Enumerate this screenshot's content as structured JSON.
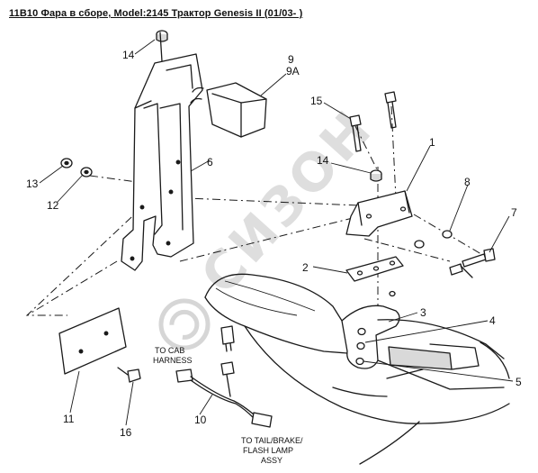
{
  "title": "11В10 Фара в сборе, Model:2145 Трактор Genesis II (01/03- )",
  "watermark": "СИЗОН",
  "callouts": {
    "c1": "1",
    "c2": "2",
    "c3": "3",
    "c4": "4",
    "c5": "5",
    "c6": "6",
    "c7": "7",
    "c8": "8",
    "c9": "9",
    "c9a": "9A",
    "c10": "10",
    "c11": "11",
    "c12": "12",
    "c13": "13",
    "c14_top": "14",
    "c14_mid": "14",
    "c15": "15",
    "c16": "16"
  },
  "notes": {
    "cab_1": "TO CAB",
    "cab_2": "HARNESS",
    "tail_1": "TO TAIL/BRAKE/",
    "tail_2": "FLASH LAMP",
    "tail_3": "ASSY"
  },
  "colors": {
    "line": "#1a1a1a",
    "background": "#ffffff",
    "watermark": "#c4c4c4"
  }
}
